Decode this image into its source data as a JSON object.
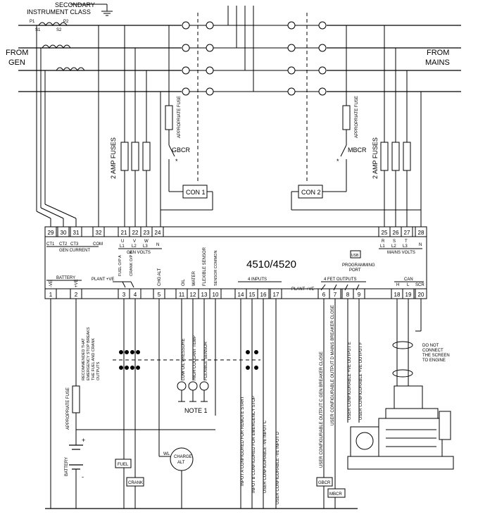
{
  "ct": {
    "secondary_label": "SECONDARY",
    "class_label": "INSTRUMENT CLASS",
    "p1": "P1",
    "p2": "P2",
    "s1": "S1",
    "s2": "S2"
  },
  "sources": {
    "gen_line1": "FROM",
    "gen_line2": "GEN",
    "mains_line1": "FROM",
    "mains_line2": "MAINS"
  },
  "fuse_labels": {
    "gen_fuses": "2 AMP FUSES",
    "mains_fuses": "2 AMP FUSES",
    "appropriate_fuse_left": "APPROPRIATE FUSE",
    "appropriate_fuse_right": "APPROPRIATE FUSE",
    "battery_fuse": "APPROPRIATE FUSE"
  },
  "contactors": {
    "gbcr": "GBCR",
    "mbcr": "MBCR",
    "con1": "CON 1",
    "con2": "CON 2"
  },
  "controller": {
    "model": "4510/4520",
    "usb_label": "USB",
    "programming_port": "PROGRAMMING PORT",
    "top_terminals_left": [
      "29",
      "30",
      "31",
      "32",
      "21",
      "22",
      "23",
      "24"
    ],
    "top_terminals_right": [
      "25",
      "26",
      "27",
      "28"
    ],
    "ct_labels": [
      "CT1",
      "CT2",
      "CT3",
      "COM"
    ],
    "gen_current": "GEN CURRENT",
    "gen_phase": [
      "U",
      "V",
      "W",
      "N"
    ],
    "gen_phase_l": [
      "L1",
      "L2",
      "L3"
    ],
    "gen_volts": "GEN VOLTS",
    "mains_phase": [
      "R",
      "S",
      "T",
      "N"
    ],
    "mains_phase_l": [
      "L1",
      "L2",
      "L3"
    ],
    "mains_volts": "MAINS VOLTS",
    "bottom_terminals": [
      "1",
      "2",
      "3",
      "4",
      "5",
      "11",
      "12",
      "13",
      "10",
      "14",
      "15",
      "16",
      "17",
      "6",
      "7",
      "8",
      "9",
      "18",
      "19",
      "20"
    ],
    "battery": "BATTERY",
    "neg": "-VE",
    "pos": "+VE",
    "plant_ve_left": "PLANT +VE",
    "plant_ve_right": "PLANT +VE",
    "fuel_op": "FUEL O/P A",
    "crank_op": "CRANK O/P B",
    "chg_alt": "CHG ALT",
    "oil": "OIL",
    "water": "WATER",
    "flexible_sensor": "FLEXIBLE SENSOR",
    "sensor_common": "SENSOR COMMON",
    "four_inputs": "4 INPUTS",
    "fet_outputs": "4 FET OUTPUTS",
    "can": "CAN",
    "can_h": "H",
    "can_l": "L",
    "can_scr": "SCR"
  },
  "field": {
    "estop_note": "RECOMMENDED THAT EMERGENCY STOP BREAKS THE FUEL AND CRANK OUTPUTS",
    "low_oil": "LOW OIL PRESSURE",
    "high_coolant": "HIGH COOLANT TEMP",
    "flex_sensor": "FLEXIBLE SENSOR",
    "note1": "NOTE 1",
    "input_a": "INPUT A CONFIGURED FOR REMOTE START",
    "input_b": "INPUT B CONFIGURED FOR EMERGENCY STOP",
    "input_c": "USER CONFIGURABLE -VE INPUT C",
    "input_d": "USER CONFIGURABLE -VE INPUT D",
    "out_c": "USER CONFIGURABLE OUTPUT C GEN BREAKER CLOSE",
    "out_d": "USER CONFIGURABLE OUTPUT D MAINS BREAKER CLOSE",
    "out_e": "USER CONFIGURABLE +VE OUTPUT E",
    "out_f": "USER CONFIGURABLE +VE OUTPUT F",
    "screen_note": "DO NOT CONNECT THE SCREEN TO ENGINE",
    "battery_label": "BATTERY",
    "fuel_box": "FUEL",
    "crank_box": "CRANK",
    "charge_alt_1": "CHARGE",
    "charge_alt_2": "ALT",
    "wl": "WL",
    "gbcr_box": "GBCR",
    "mbcr_box": "MBCR",
    "plus": "+",
    "minus": "-"
  }
}
